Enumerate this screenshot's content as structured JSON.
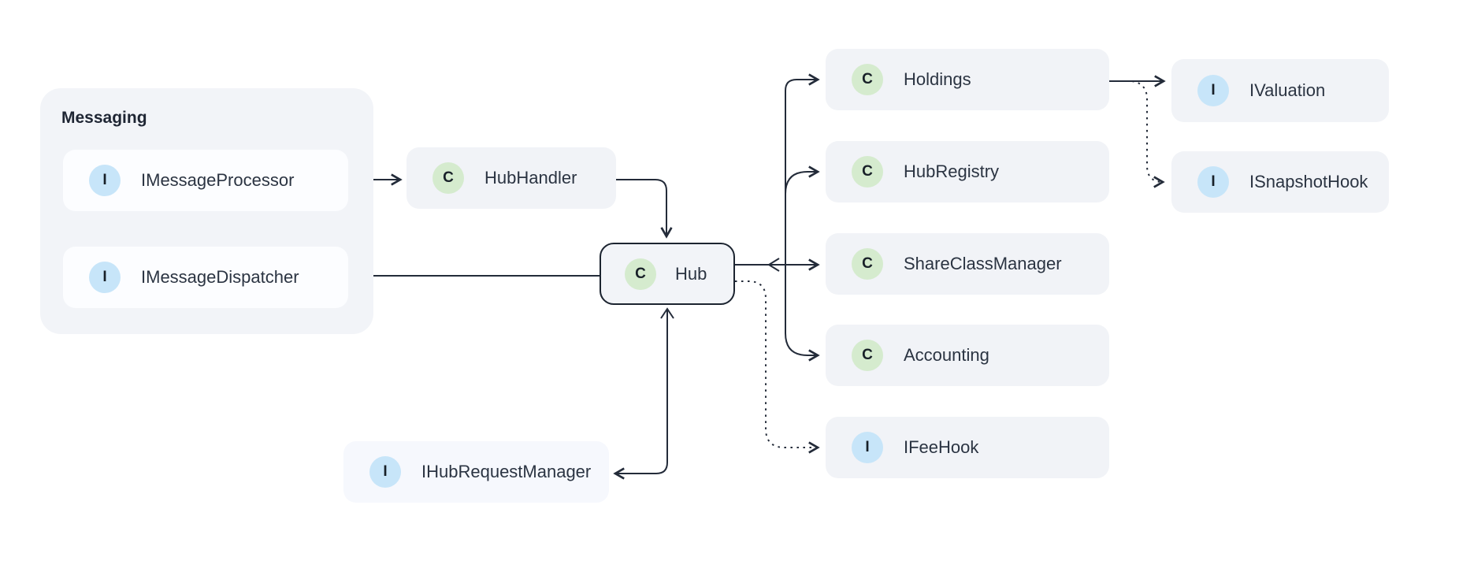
{
  "diagram": {
    "group": {
      "title": "Messaging"
    },
    "nodes": [
      {
        "id": "IMessageProcessor",
        "label": "IMessageProcessor",
        "kind": "interface",
        "badge": "I",
        "group": "Messaging"
      },
      {
        "id": "IMessageDispatcher",
        "label": "IMessageDispatcher",
        "kind": "interface",
        "badge": "I",
        "group": "Messaging"
      },
      {
        "id": "HubHandler",
        "label": "HubHandler",
        "kind": "class",
        "badge": "C"
      },
      {
        "id": "Hub",
        "label": "Hub",
        "kind": "class",
        "badge": "C",
        "emphasized": true
      },
      {
        "id": "IHubRequestManager",
        "label": "IHubRequestManager",
        "kind": "interface",
        "badge": "I"
      },
      {
        "id": "Holdings",
        "label": "Holdings",
        "kind": "class",
        "badge": "C"
      },
      {
        "id": "HubRegistry",
        "label": "HubRegistry",
        "kind": "class",
        "badge": "C"
      },
      {
        "id": "ShareClassManager",
        "label": "ShareClassManager",
        "kind": "class",
        "badge": "C"
      },
      {
        "id": "Accounting",
        "label": "Accounting",
        "kind": "class",
        "badge": "C"
      },
      {
        "id": "IFeeHook",
        "label": "IFeeHook",
        "kind": "interface",
        "badge": "I"
      },
      {
        "id": "IValuation",
        "label": "IValuation",
        "kind": "interface",
        "badge": "I"
      },
      {
        "id": "ISnapshotHook",
        "label": "ISnapshotHook",
        "kind": "interface",
        "badge": "I"
      }
    ],
    "edges": [
      {
        "from": "IMessageProcessor",
        "to": "HubHandler",
        "style": "solid"
      },
      {
        "from": "HubHandler",
        "to": "Hub",
        "style": "solid"
      },
      {
        "from": "Hub",
        "to": "IMessageDispatcher",
        "style": "solid"
      },
      {
        "from": "Hub",
        "to": "IHubRequestManager",
        "style": "solid",
        "bidirectional": true
      },
      {
        "from": "Hub",
        "to": "Holdings",
        "style": "solid"
      },
      {
        "from": "Hub",
        "to": "HubRegistry",
        "style": "solid"
      },
      {
        "from": "Hub",
        "to": "ShareClassManager",
        "style": "solid",
        "back_arrow_at_junction": true
      },
      {
        "from": "Hub",
        "to": "Accounting",
        "style": "solid"
      },
      {
        "from": "Hub",
        "to": "IFeeHook",
        "style": "dashed"
      },
      {
        "from": "Holdings",
        "to": "IValuation",
        "style": "solid"
      },
      {
        "from": "Holdings",
        "to": "ISnapshotHook",
        "style": "dashed"
      }
    ],
    "colors": {
      "background": "#ffffff",
      "group_bg": "#f2f4f8",
      "node_bg": "#f1f3f7",
      "group_node_bg": "#fcfdff",
      "hub_border": "#1c2430",
      "edge": "#232b39",
      "class_badge_bg": "#d5ebce",
      "interface_badge_bg": "#c7e5f9",
      "label_text": "#2b3442",
      "title_text": "#1e2533"
    }
  }
}
